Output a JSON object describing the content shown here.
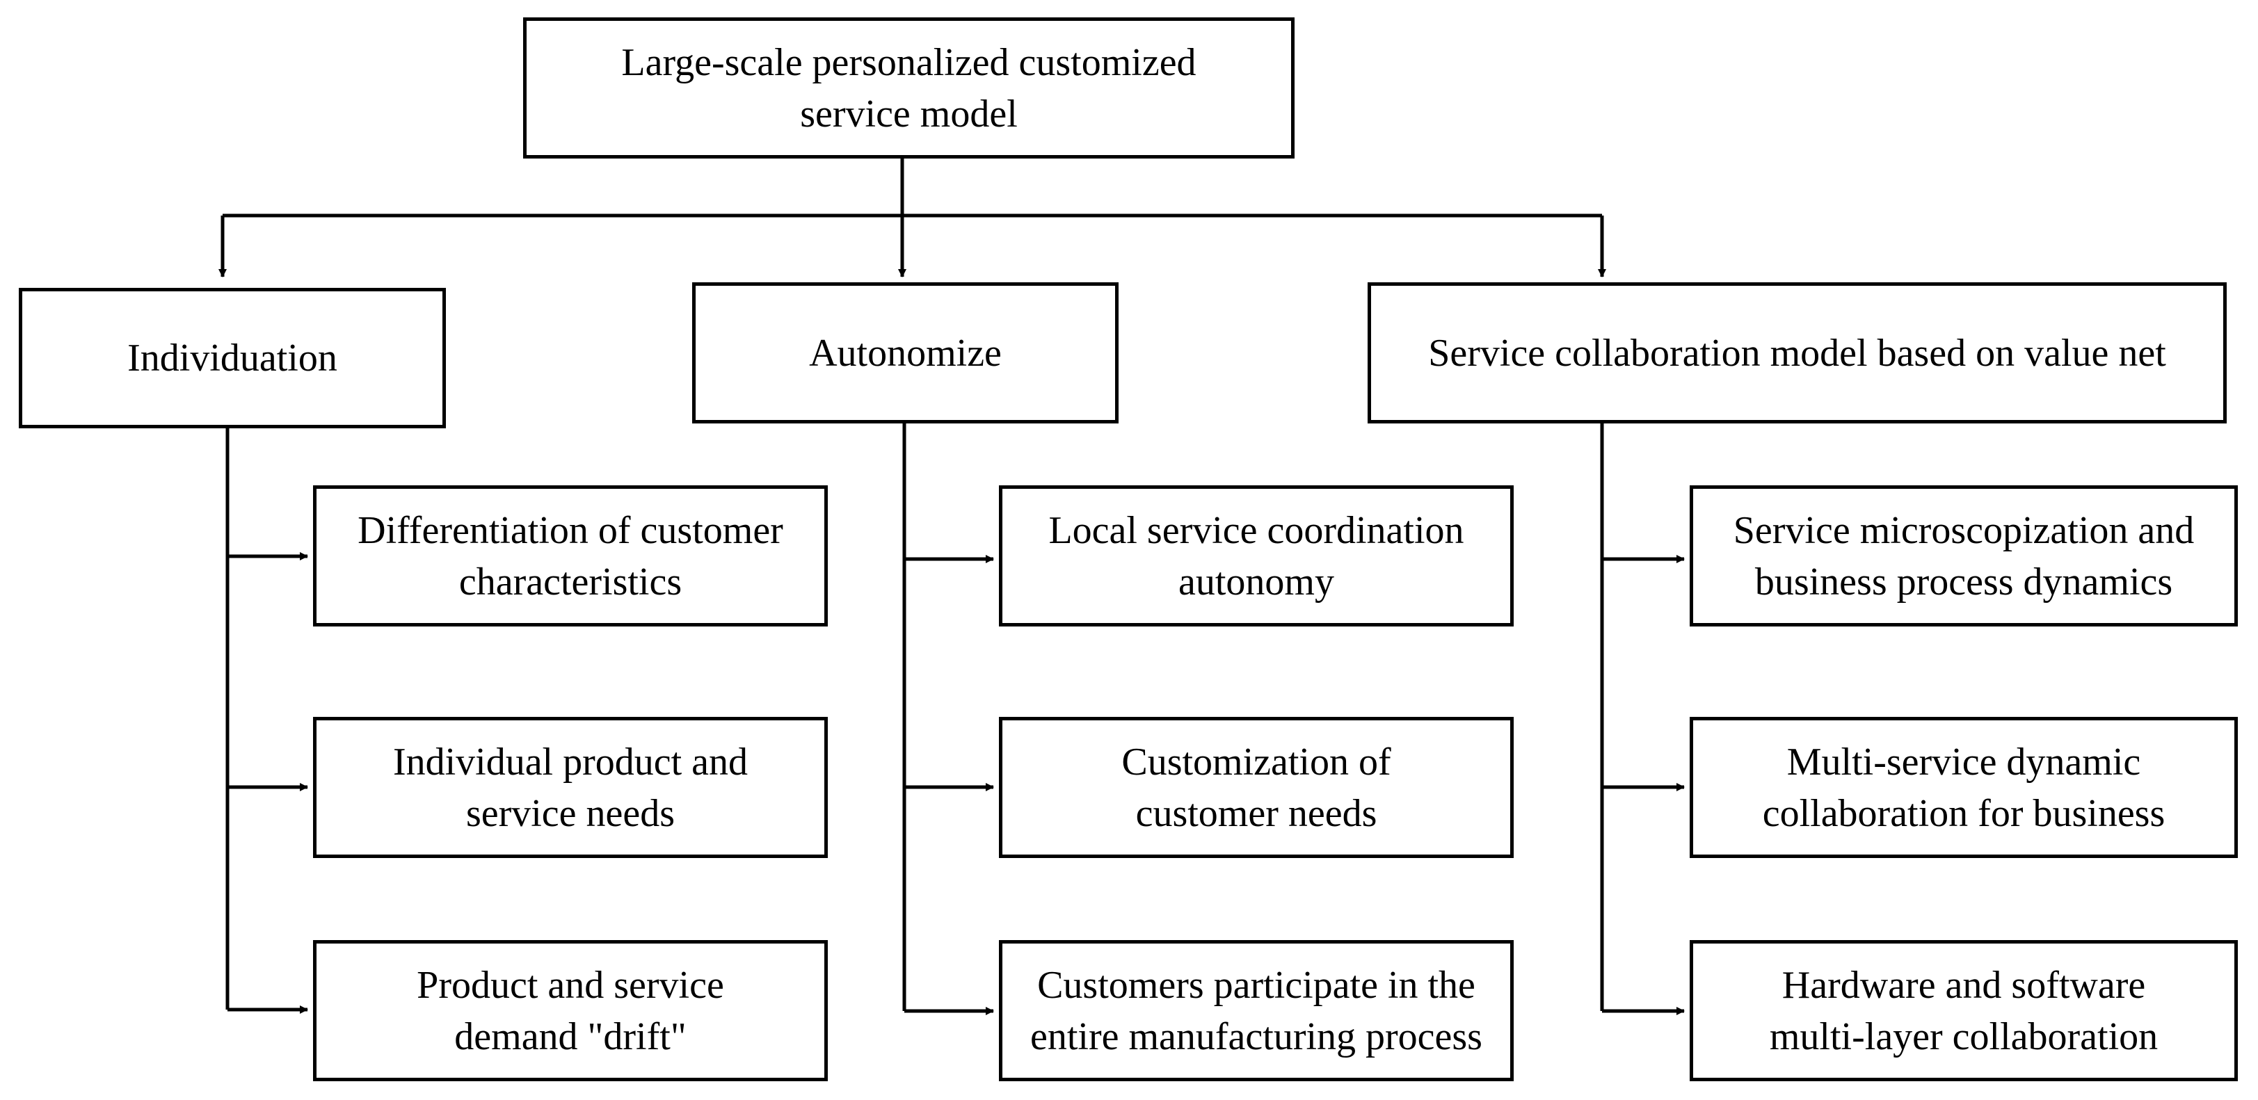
{
  "diagram": {
    "root": {
      "label": "Large-scale personalized customized\nservice model"
    },
    "branches": [
      {
        "label": "Individuation",
        "children": [
          "Differentiation of customer\ncharacteristics",
          "Individual product and\nservice needs",
          "Product and service\ndemand \"drift\""
        ]
      },
      {
        "label": "Autonomize",
        "children": [
          "Local service coordination\nautonomy",
          "Customization of\ncustomer needs",
          "Customers participate in the\nentire manufacturing process"
        ]
      },
      {
        "label": "Service collaboration model based on value net",
        "children": [
          "Service microscopization and\nbusiness process dynamics",
          "Multi-service dynamic\ncollaboration for business",
          "Hardware and software\nmulti-layer collaboration"
        ]
      }
    ],
    "colors": {
      "stroke": "#000000",
      "background": "#ffffff"
    }
  }
}
